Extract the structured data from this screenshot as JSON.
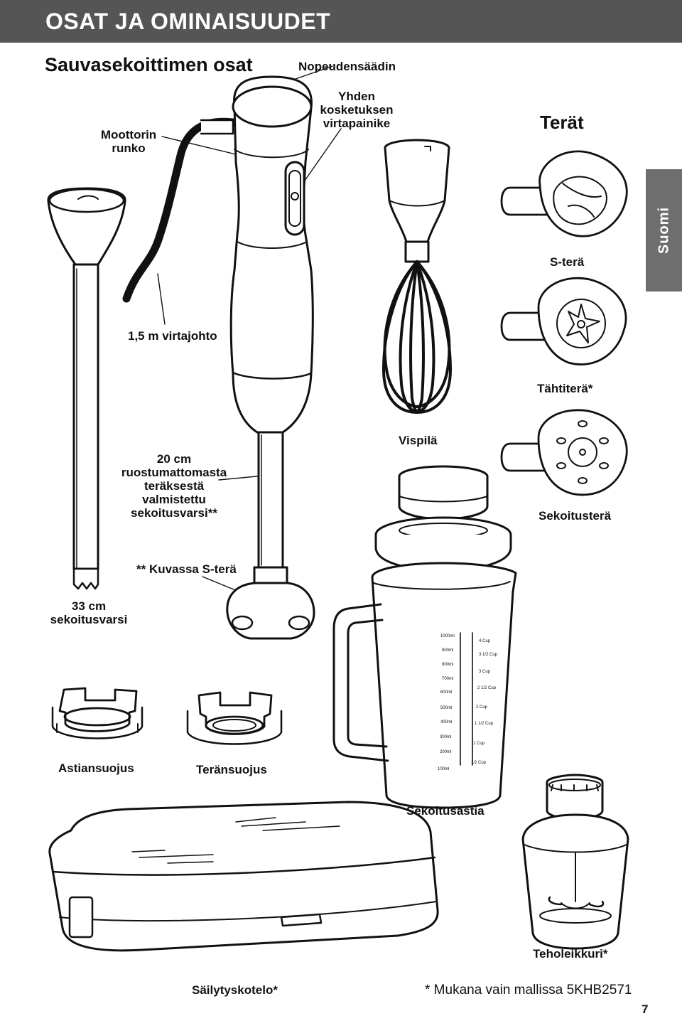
{
  "header": {
    "title": "OSAT JA OMINAISUUDET"
  },
  "section_title": "Sauvasekoittimen osat",
  "side_tab": "Suomi",
  "labels": {
    "speed_control": "Nopeudensäädin",
    "power_button": [
      "Yhden",
      "kosketuksen",
      "virtapainike"
    ],
    "motor_body": [
      "Moottorin",
      "runko"
    ],
    "blades_heading": "Terät",
    "s_blade": "S-terä",
    "cord": "1,5 m virtajohto",
    "star_blade": "Tähtiterä*",
    "whisk": "Vispilä",
    "arm_20cm": [
      "20 cm",
      "ruostumattomasta",
      "teräksestä",
      "valmistettu",
      "sekoitusvarsi**"
    ],
    "mixing_blade": "Sekoitusterä",
    "s_blade_note": "** Kuvassa S-terä",
    "arm_33cm": [
      "33 cm",
      "sekoitusvarsi"
    ],
    "pan_guard": "Astiansuojus",
    "blade_guard": "Teränsuojus",
    "blending_jar": "Sekoitusastia",
    "chopper": "Teholeikkuri*",
    "storage_case": "Säilytyskotelo*",
    "footnote": "* Mukana vain mallissa 5KHB2571",
    "page_number": "7"
  },
  "jar_scale": {
    "ml": [
      "1000ml",
      "900ml",
      "800ml",
      "700ml",
      "600ml",
      "500ml",
      "400ml",
      "300ml",
      "200ml",
      "100ml"
    ],
    "cup": [
      "4 Cup",
      "3 1/2 Cup",
      "3 Cup",
      "2 1/2 Cup",
      "2 Cup",
      "1 1/2 Cup",
      "1 Cup",
      "1/2 Cup"
    ]
  }
}
